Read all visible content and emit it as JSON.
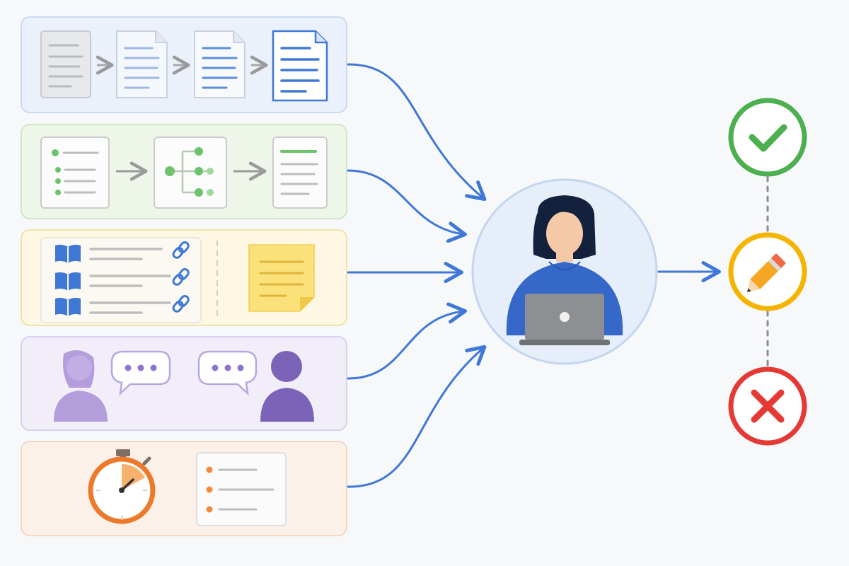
{
  "colors": {
    "background": "#f7f8fa",
    "connector": "#3f78d6",
    "panel_blue_fill": "#eaf1fb",
    "panel_blue_stroke": "#c9dbf2",
    "panel_green_fill": "#eef6ea",
    "panel_green_stroke": "#cfe6c6",
    "panel_yellow_fill": "#fdf7e4",
    "panel_yellow_stroke": "#f3e2a8",
    "panel_purple_fill": "#f1eefa",
    "panel_purple_stroke": "#d9d1f0",
    "panel_orange_fill": "#fcf1e8",
    "panel_orange_stroke": "#f3d7c2",
    "accept": "#4caf50",
    "revise": "#f4b400",
    "reject": "#e53935",
    "person_shirt": "#3568c8",
    "laptop": "#8e8f92"
  },
  "panels": [
    {
      "key": "document-revision",
      "icons": [
        "draft-document-icon",
        "revised-document-icon",
        "improved-document-icon",
        "final-document-icon"
      ]
    },
    {
      "key": "structure-planning",
      "icons": [
        "outline-list-icon",
        "tree-structure-icon",
        "organized-document-icon"
      ]
    },
    {
      "key": "references-notes",
      "icons": [
        "book-icon",
        "link-icon",
        "sticky-note-icon"
      ]
    },
    {
      "key": "conversation",
      "icons": [
        "person-left-icon",
        "speech-bubble-icon",
        "person-right-icon"
      ]
    },
    {
      "key": "time-checklist",
      "icons": [
        "stopwatch-icon",
        "checklist-icon"
      ]
    }
  ],
  "center": {
    "icons": [
      "person-icon",
      "laptop-icon"
    ]
  },
  "outcomes": [
    {
      "key": "accept",
      "icon": "checkmark-icon"
    },
    {
      "key": "revise",
      "icon": "pencil-icon"
    },
    {
      "key": "reject",
      "icon": "cross-icon"
    }
  ]
}
